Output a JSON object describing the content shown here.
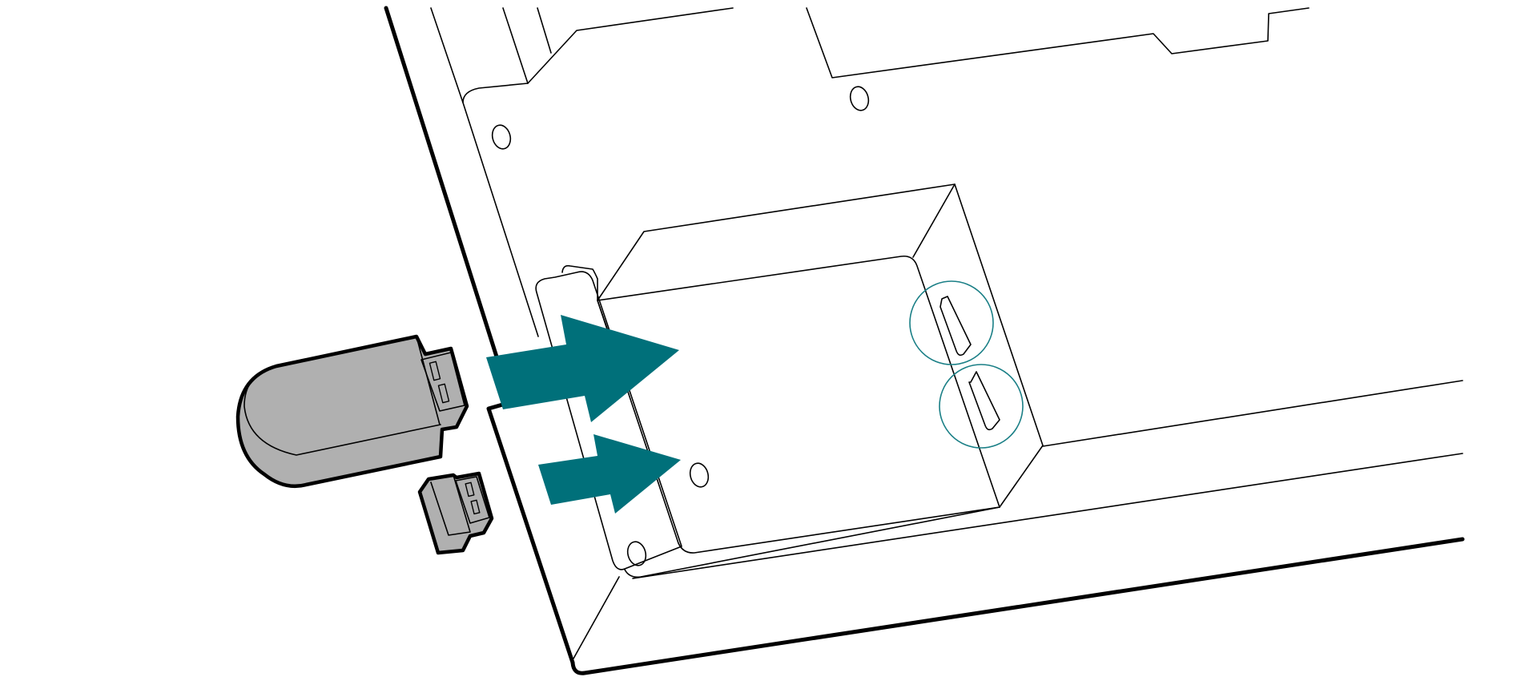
{
  "illustration": {
    "subject": "usb-drive-insertion",
    "colors": {
      "background": "#ffffff",
      "outline": "#000000",
      "arrow": "#00707a",
      "highlight_circle": "#1a7f86",
      "usb_body": "#b0b0b0"
    },
    "usb_ports": 2,
    "usb_drives": 2,
    "arrows": 2
  }
}
